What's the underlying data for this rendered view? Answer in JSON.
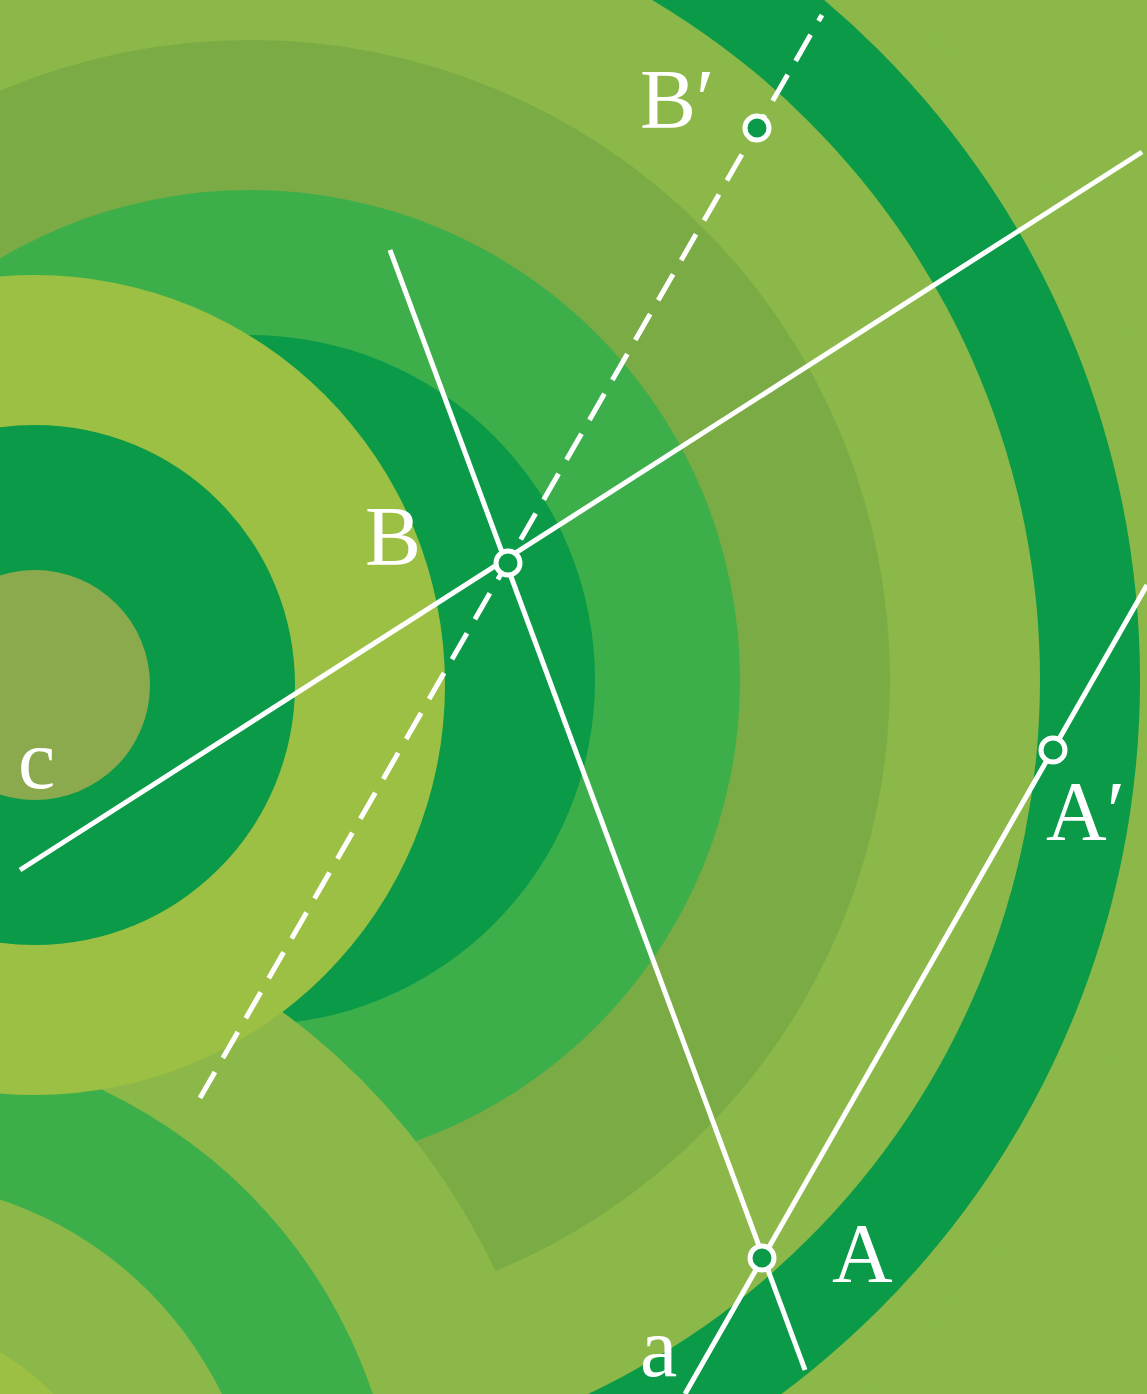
{
  "diagram": {
    "labels": [
      "B′",
      "B",
      "c",
      "A′",
      "A",
      "a"
    ]
  }
}
